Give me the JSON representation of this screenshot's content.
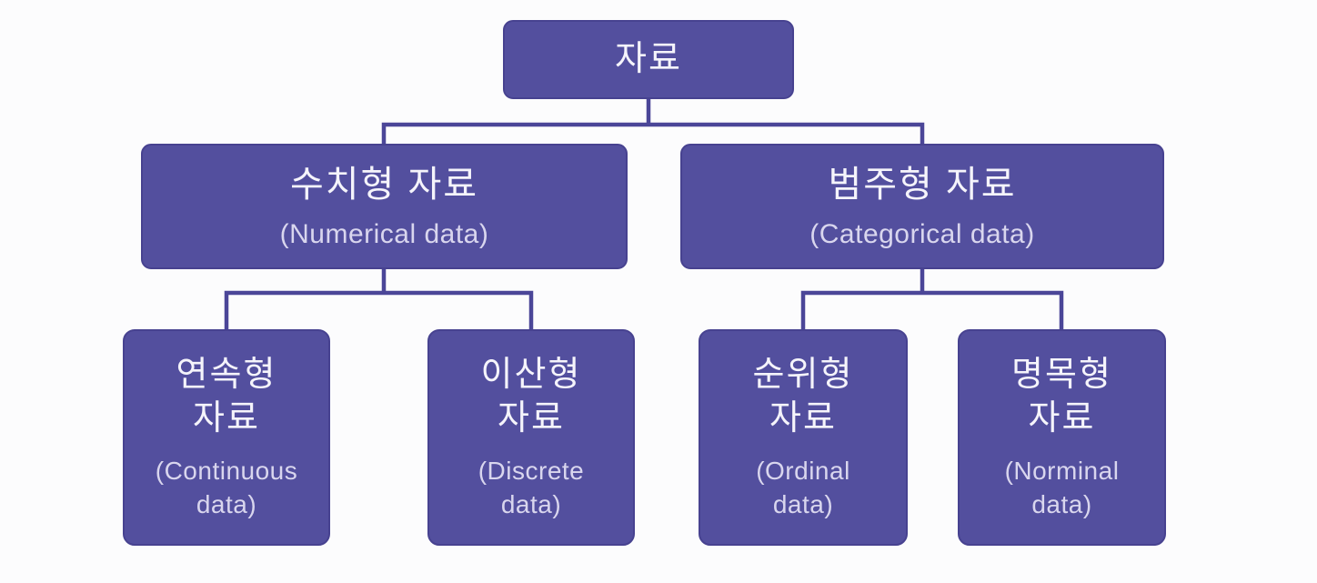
{
  "diagram": {
    "type": "hierarchy-tree",
    "subject": "data-types-classification",
    "background": "#fcfcfd",
    "colors": {
      "node_fill": "#534f9e",
      "node_border": "#474290",
      "connector": "#4b4698",
      "label_primary": "#f5f4fb",
      "label_secondary": "#d9d6ee"
    },
    "root": {
      "ko": "자료"
    },
    "level2": [
      {
        "ko": "수치형 자료",
        "en": "(Numerical data)"
      },
      {
        "ko": "범주형 자료",
        "en": "(Categorical data)"
      }
    ],
    "level3": [
      {
        "ko1": "연속형",
        "ko2": "자료",
        "en1": "(Continuous",
        "en2": "data)"
      },
      {
        "ko1": "이산형",
        "ko2": "자료",
        "en1": "(Discrete",
        "en2": "data)"
      },
      {
        "ko1": "순위형",
        "ko2": "자료",
        "en1": "(Ordinal",
        "en2": "data)"
      },
      {
        "ko1": "명목형",
        "ko2": "자료",
        "en1": "(Norminal",
        "en2": "data)"
      }
    ]
  }
}
